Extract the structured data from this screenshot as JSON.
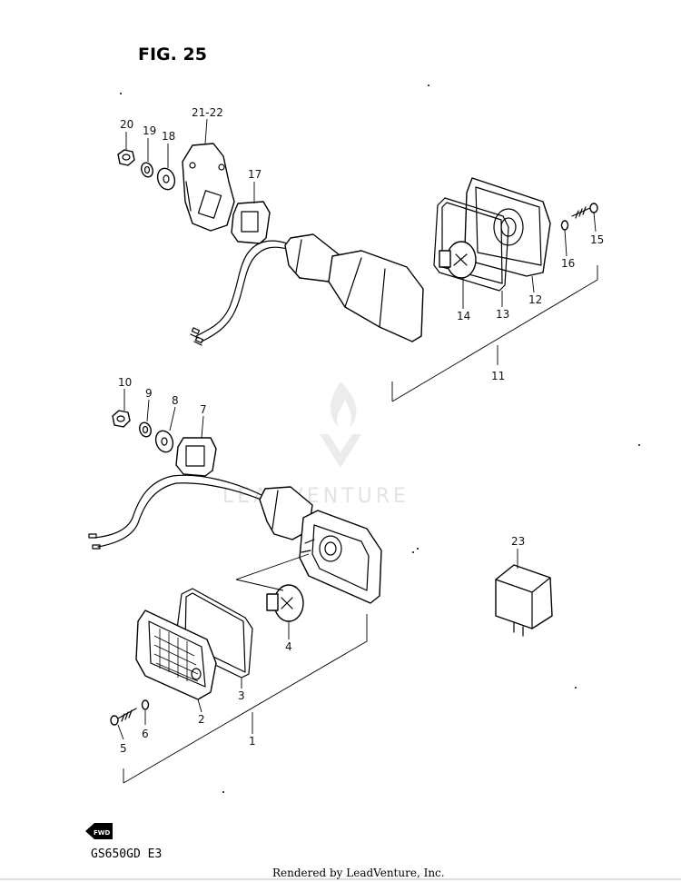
{
  "figure_title": "FIG. 25",
  "model_code": "GS650GD  E3",
  "footer_credit": "Rendered by LeadVenture, Inc.",
  "watermark_text": "LEADVENTURE",
  "fwd_label": "FWD",
  "part_labels": {
    "p1": "1",
    "p2": "2",
    "p3": "3",
    "p4": "4",
    "p5": "5",
    "p6": "6",
    "p7": "7",
    "p8": "8",
    "p9": "9",
    "p10": "10",
    "p11": "11",
    "p12": "12",
    "p13": "13",
    "p14": "14",
    "p15": "15",
    "p16": "16",
    "p17": "17",
    "p18": "18",
    "p19": "19",
    "p20": "20",
    "p21_22": "21-22",
    "p23": "23"
  },
  "colors": {
    "ink": "#000000",
    "paper": "#ffffff",
    "watermark": "#e3e3e3"
  }
}
